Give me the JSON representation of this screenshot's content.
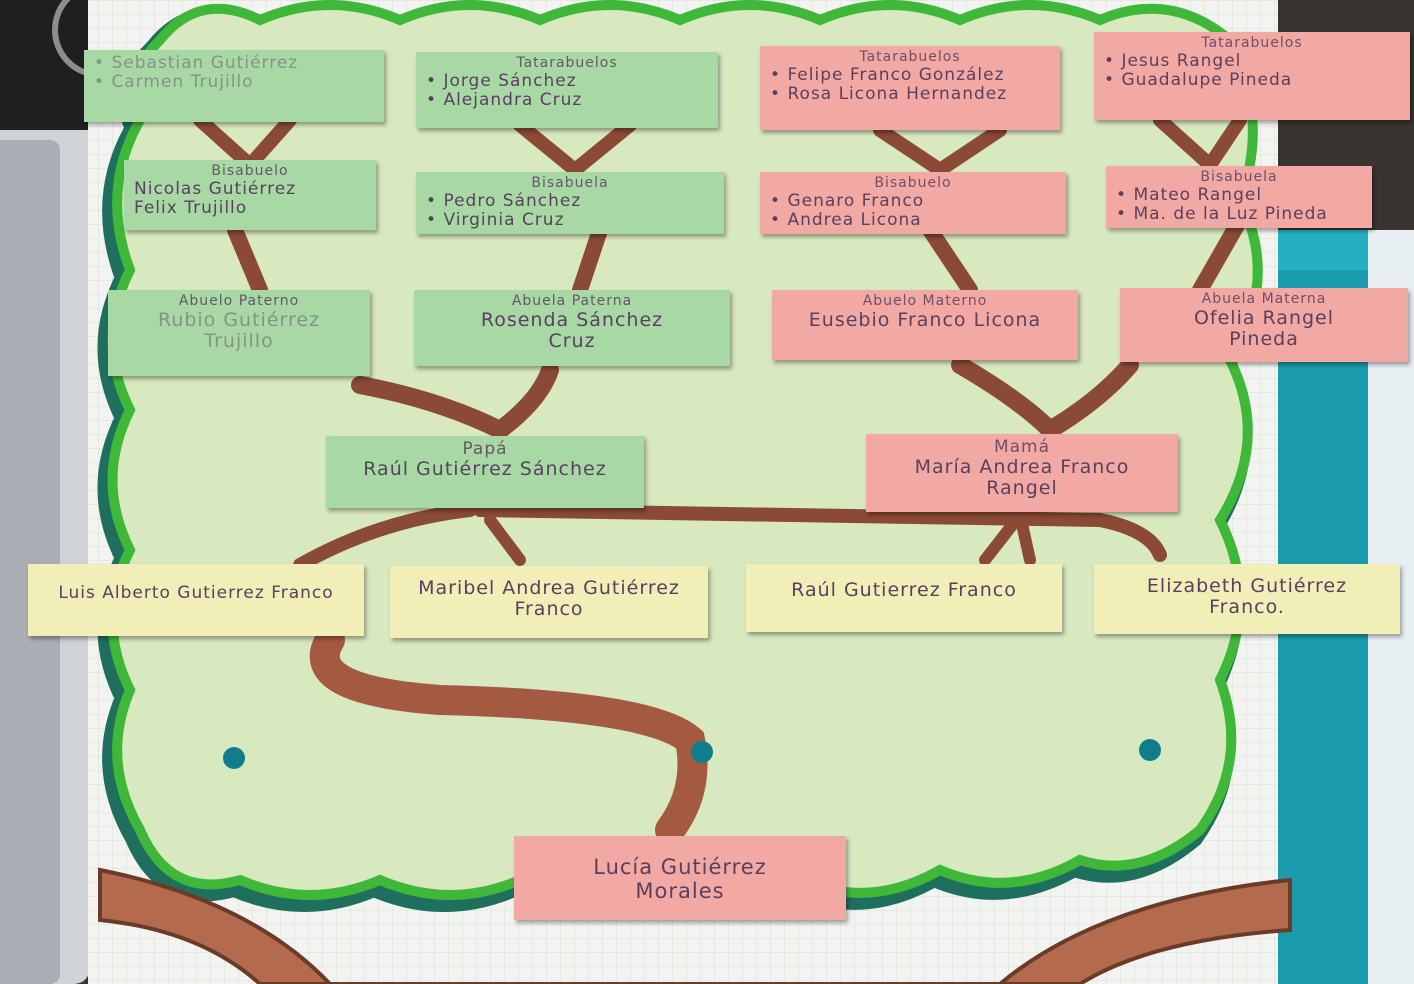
{
  "gen1": {
    "g1": {
      "header": "",
      "names": [
        "Sebastian Gutiérrez",
        "Carmen Trujillo"
      ]
    },
    "g2": {
      "header": "Tatarabuelos",
      "names": [
        "Jorge Sánchez",
        "Alejandra Cruz"
      ]
    },
    "g3": {
      "header": "Tatarabuelos",
      "names": [
        "Felipe Franco González",
        "Rosa Licona Hernandez"
      ]
    },
    "g4": {
      "header": "Tatarabuelos",
      "names": [
        "Jesus Rangel",
        "Guadalupe Pineda"
      ]
    }
  },
  "gen2": {
    "b1": {
      "header": "Bisabuelo",
      "names": [
        "Nicolas Gutiérrez",
        "Felix Trujillo"
      ]
    },
    "b2": {
      "header": "Bisabuela",
      "names": [
        "Pedro Sánchez",
        "Virginia Cruz"
      ]
    },
    "b3": {
      "header": "Bisabuelo",
      "names": [
        "Genaro Franco",
        "Andrea Licona"
      ]
    },
    "b4": {
      "header": "Bisabuela",
      "names": [
        "Mateo Rangel",
        "Ma. de la Luz Pineda"
      ]
    }
  },
  "gen3": {
    "a1": {
      "header": "Abuelo Paterno",
      "line1": "Rubio Gutiérrez",
      "line2": "Trujillo"
    },
    "a2": {
      "header": "Abuela Paterna",
      "line1": "Rosenda Sánchez",
      "line2": "Cruz"
    },
    "a3": {
      "header": "Abuelo Materno",
      "line1": "Eusebio Franco Licona",
      "line2": ""
    },
    "a4": {
      "header": "Abuela Materna",
      "line1": "Ofelia Rangel",
      "line2": "Pineda"
    }
  },
  "parents": {
    "father": {
      "header": "Papá",
      "name": "Raúl Gutiérrez Sánchez"
    },
    "mother": {
      "header": "Mamá",
      "line1": "María Andrea Franco",
      "line2": "Rangel"
    }
  },
  "siblings": {
    "s1": {
      "line1": "Luis Alberto Gutierrez Franco",
      "line2": ""
    },
    "s2": {
      "line1": "Maribel Andrea Gutiérrez",
      "line2": "Franco"
    },
    "s3": {
      "line1": "Raúl Gutierrez Franco",
      "line2": ""
    },
    "s4": {
      "line1": "Elizabeth Gutiérrez",
      "line2": "Franco."
    }
  },
  "child": {
    "line1": "Lucía Gutiérrez",
    "line2": "Morales"
  },
  "colors": {
    "paternal_card": "#a8d9a5",
    "maternal_card": "#f2a9a3",
    "sibling_card": "#f1eeb8",
    "crown_outline": "#3fb83a",
    "crown_shadow": "#1f6f5f",
    "canopy_fill": "#cfe2b5",
    "trunk": "#8a4a36"
  }
}
